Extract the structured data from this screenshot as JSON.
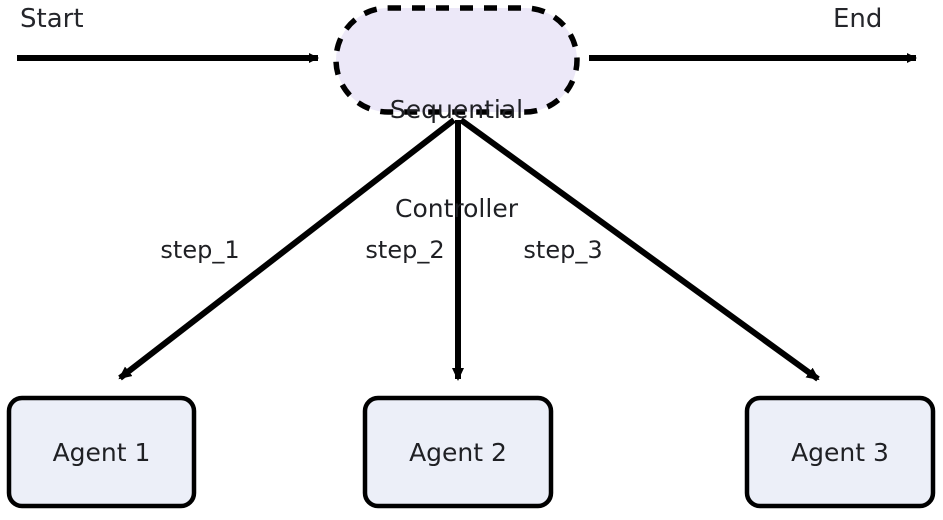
{
  "diagram": {
    "type": "flowchart",
    "orientation": "top-down-fanout",
    "background_color": "#ffffff",
    "terminals": {
      "start_label": "Start",
      "end_label": "End"
    },
    "controller": {
      "label_line_1": "Sequential",
      "label_line_2": "Controller",
      "shape": "stadium",
      "fill_color": "#ece8f8",
      "border_color": "#000000",
      "border_style": "dashed"
    },
    "edges": [
      {
        "label": "step_1",
        "from": "Sequential Controller",
        "to": "Agent 1"
      },
      {
        "label": "step_2",
        "from": "Sequential Controller",
        "to": "Agent 2"
      },
      {
        "label": "step_3",
        "from": "Sequential Controller",
        "to": "Agent 3"
      }
    ],
    "agents": [
      {
        "label": "Agent 1",
        "shape": "rounded-rect",
        "fill_color": "#eceff8",
        "border_color": "#000000"
      },
      {
        "label": "Agent 2",
        "shape": "rounded-rect",
        "fill_color": "#eceff8",
        "border_color": "#000000"
      },
      {
        "label": "Agent 3",
        "shape": "rounded-rect",
        "fill_color": "#eceff8",
        "border_color": "#000000"
      }
    ],
    "colors": {
      "text": "#1f2024",
      "line": "#000000",
      "controller_fill": "#ece8f8",
      "agent_fill": "#eceff8"
    }
  }
}
